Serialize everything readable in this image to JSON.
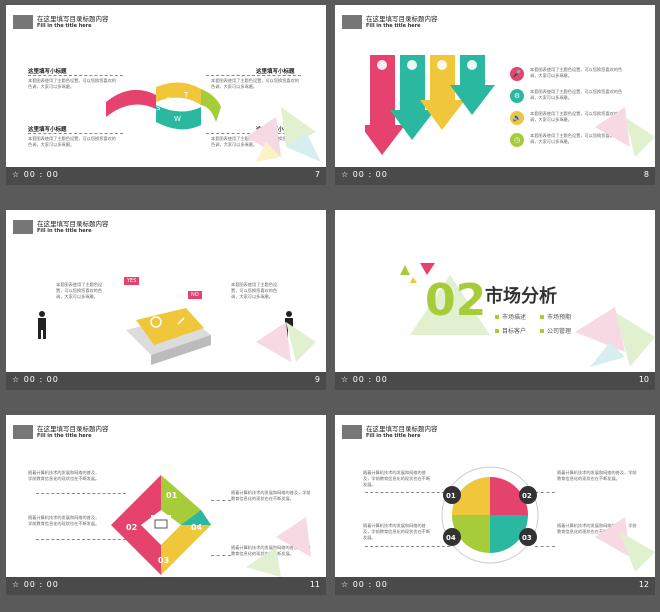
{
  "slides": [
    {
      "num": "7",
      "time": "00 : 00",
      "title": "在这里填写目录标题内容",
      "subtitle": "Fill in the title here",
      "headings": [
        "这里填写小标题",
        "这里填写小标题",
        "这里填写小标题",
        "这里填写小标题"
      ],
      "body": "本套图表使用了主题色设置，可以您换您喜欢的色调，大家可以多琢磨。",
      "swot": [
        "S",
        "W",
        "O",
        "T"
      ]
    },
    {
      "num": "8",
      "time": "00 : 00",
      "title": "在这里填写目录标题内容",
      "subtitle": "Fill in the title here",
      "body": "本套图表使用了主题色设置，可以您换您喜欢的色调，大家可以多琢磨。",
      "icons": [
        "mic-icon",
        "gear-icon",
        "speaker-icon",
        "clock-icon"
      ]
    },
    {
      "num": "9",
      "time": "00 : 00",
      "title": "在这里填写目录标题内容",
      "subtitle": "Fill in the title here",
      "yes": "YES",
      "no": "NO",
      "body": "本套图表使用了主题色设置，可以您换您喜欢的色调，大家可以多琢磨。"
    },
    {
      "num": "10",
      "time": "00 : 00",
      "big": "02",
      "section": "市场分析",
      "menu": [
        "市场描述",
        "市场预期",
        "目标客户",
        "公司管理"
      ]
    },
    {
      "num": "11",
      "time": "00 : 00",
      "title": "在这里填写目录标题内容",
      "subtitle": "Fill in the title here",
      "labels": [
        "01",
        "02",
        "03",
        "04"
      ],
      "body": "随着计算机技术的发展和网络的普及，学前教育信息化的现状也在不断发展。"
    },
    {
      "num": "12",
      "time": "00 : 00",
      "title": "在这里填写目录标题内容",
      "subtitle": "Fill in the title here",
      "labels": [
        "01",
        "02",
        "03",
        "04"
      ],
      "body": "随着计算机技术的发展和网络的普及，学前教育信息化的现状也在不断发展。"
    }
  ],
  "colors": {
    "pink": "#e5426e",
    "green": "#2bb8a0",
    "yellow": "#f0c63a",
    "lime": "#a6cc3a",
    "teal": "#3fc0b4"
  }
}
